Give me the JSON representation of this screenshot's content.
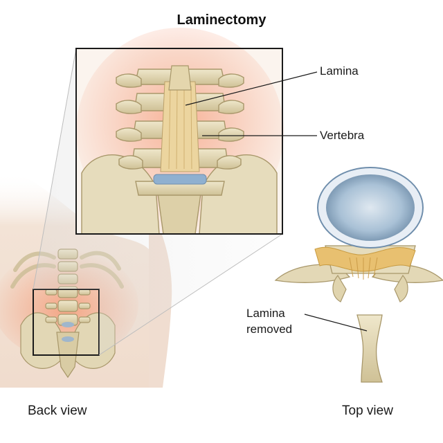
{
  "title": "Laminectomy",
  "labels": {
    "lamina": "Lamina",
    "vertebra": "Vertebra",
    "lamina_removed_line1": "Lamina",
    "lamina_removed_line2": "removed",
    "back_view": "Back view",
    "top_view": "Top view"
  },
  "colors": {
    "bone": "#e6dcbc",
    "bone_shade": "#c9b98c",
    "bone_outline": "#a8976a",
    "ligament": "#e9cf96",
    "skin": "#f2e2d6",
    "glow": "#f4a98a",
    "disc": "#9fb6cc",
    "disc_rim": "#e8eef5",
    "nerve": "#e8c070",
    "line": "#222222"
  }
}
